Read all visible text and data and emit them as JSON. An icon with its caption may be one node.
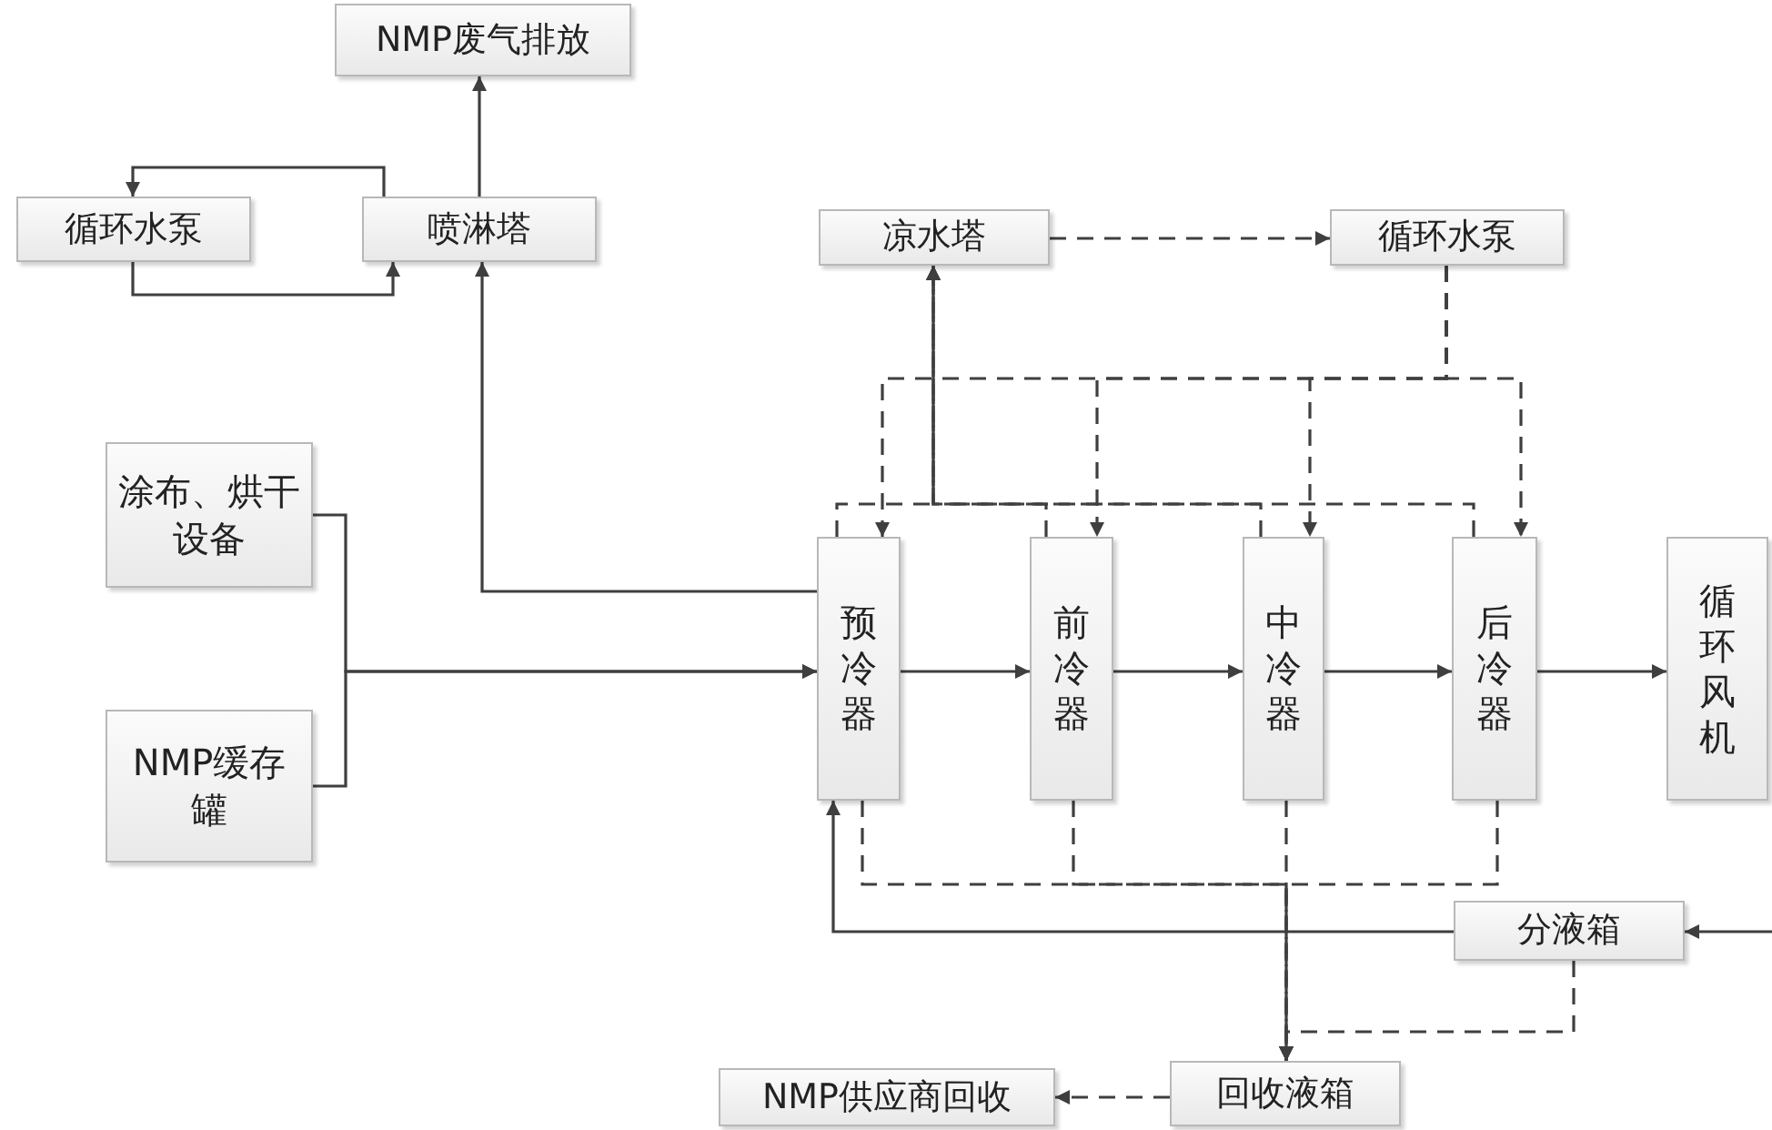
{
  "diagram": {
    "nodes": [
      {
        "text": [
          "NMP废气排放"
        ]
      },
      {
        "text": [
          "循环水泵"
        ]
      },
      {
        "text": [
          "喷淋塔"
        ]
      },
      {
        "text": [
          "凉水塔"
        ]
      },
      {
        "text": [
          "循环水泵"
        ]
      },
      {
        "text": [
          "涂布、烘干设备"
        ]
      },
      {
        "text": [
          "NMP缓存罐"
        ]
      },
      {
        "text": [
          "预冷器"
        ]
      },
      {
        "text": [
          "前冷器"
        ]
      },
      {
        "text": [
          "中冷器"
        ]
      },
      {
        "text": [
          "后冷器"
        ]
      },
      {
        "text": [
          "循环风机"
        ]
      },
      {
        "text": [
          "分液箱"
        ]
      },
      {
        "text": [
          "回收液箱"
        ]
      },
      {
        "text": [
          "NMP供应商回收"
        ]
      }
    ],
    "edges": [
      {
        "from": 2,
        "to": 0,
        "arrow": "to"
      },
      {
        "from": 2,
        "to": 1,
        "arrow": "to"
      },
      {
        "from": 1,
        "to": 2,
        "arrow": "to"
      },
      {
        "from": 7,
        "to": 2,
        "arrow": "to"
      },
      {
        "from": 5,
        "to": 7,
        "arrow": "to"
      },
      {
        "from": 6,
        "to": 7,
        "arrow": "to"
      },
      {
        "from": 7,
        "to": 8,
        "arrow": "to"
      },
      {
        "from": 8,
        "to": 9,
        "arrow": "to"
      },
      {
        "from": 9,
        "to": 10,
        "arrow": "to"
      },
      {
        "from": 10,
        "to": 11,
        "arrow": "to"
      },
      {
        "from": null,
        "to": 12,
        "arrow": "to"
      },
      {
        "from": 12,
        "to": 7,
        "arrow": "to"
      },
      {
        "from": 3,
        "to": 4,
        "arrow": "to",
        "style": "dashed"
      },
      {
        "from": 4,
        "to": 7,
        "arrow": "to",
        "style": "dashed"
      },
      {
        "from": 4,
        "to": 8,
        "arrow": "to",
        "style": "dashed"
      },
      {
        "from": 4,
        "to": 9,
        "arrow": "to",
        "style": "dashed"
      },
      {
        "from": 4,
        "to": 10,
        "arrow": "to",
        "style": "dashed"
      },
      {
        "from": 7,
        "to": 3,
        "arrow": "to",
        "style": "dashed"
      },
      {
        "from": 8,
        "to": 3,
        "arrow": "to",
        "style": "dashed"
      },
      {
        "from": 9,
        "to": 3,
        "arrow": "to",
        "style": "dashed"
      },
      {
        "from": 10,
        "to": 3,
        "arrow": "to",
        "style": "dashed"
      },
      {
        "from": 7,
        "to": 13,
        "arrow": "to",
        "style": "dashed"
      },
      {
        "from": 8,
        "to": 13,
        "arrow": "to",
        "style": "dashed"
      },
      {
        "from": 9,
        "to": 13,
        "arrow": "to",
        "style": "dashed"
      },
      {
        "from": 10,
        "to": 13,
        "arrow": "to",
        "style": "dashed"
      },
      {
        "from": 12,
        "to": 13,
        "arrow": "to",
        "style": "dashed"
      },
      {
        "from": 13,
        "to": 14,
        "arrow": "to",
        "style": "dashed"
      }
    ]
  }
}
